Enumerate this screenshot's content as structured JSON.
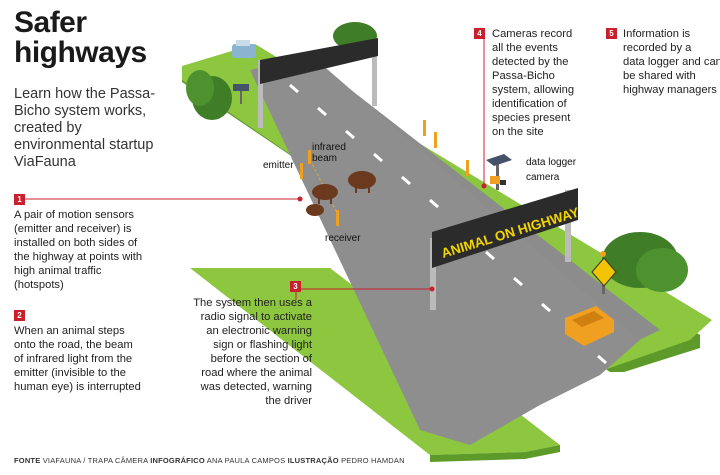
{
  "title_line1": "Safer",
  "title_line2": "highways",
  "intro": "Learn how the Passa-Bicho system works, created by environmental startup ViaFauna",
  "steps": [
    {
      "num": "1",
      "text": "A pair of motion sensors (emitter and receiver) is installed on both sides of the highway at points with high animal traffic (hotspots)"
    },
    {
      "num": "2",
      "text": "When an animal steps onto the road, the beam of infrared light from the emitter (invisible to the human eye) is interrupted"
    },
    {
      "num": "3",
      "text": "The system then uses a radio signal to activate an electronic warning sign or flashing light before the section of road where the animal was detected, warning the driver"
    },
    {
      "num": "4",
      "text": "Cameras record all the events detected by the Passa-Bicho system, allowing identification of species present on the site"
    },
    {
      "num": "5",
      "text": "Information is recorded by a data logger and can be shared with highway managers"
    }
  ],
  "labels": {
    "emitter": "emitter",
    "infrared_beam_1": "infrared",
    "infrared_beam_2": "beam",
    "receiver": "receiver",
    "data_logger": "data logger",
    "camera": "camera"
  },
  "sign_text": "ANIMAL ON HIGHWAY",
  "footer": {
    "fonte_label": "FONTE",
    "fonte_value": "VIAFAUNA / TRAPA CÂMERA",
    "info_label": "INFOGRÁFICO",
    "info_value": "ANA PAULA CAMPOS",
    "ilus_label": "ILUSTRAÇÃO",
    "ilus_value": "PEDRO HAMDAN"
  },
  "colors": {
    "accent": "#c8202d",
    "grass": "#8dc63f",
    "grass_side": "#5e9a2a",
    "road": "#8c8c8c",
    "sign_bg": "#2b2b2b",
    "sign_text": "#f2d400",
    "car": "#f0a020"
  }
}
